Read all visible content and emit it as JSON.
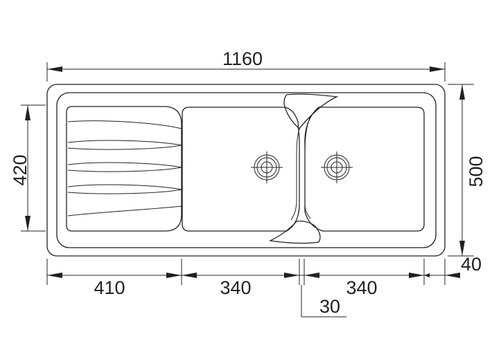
{
  "dimensions": {
    "overall_width": "1160",
    "overall_depth": "500",
    "drainer_depth": "420",
    "drainer_width": "410",
    "bowl_left_width": "340",
    "bowl_right_width": "340",
    "bowl_gap": "30",
    "edge_offset": "40"
  },
  "colors": {
    "line": "#231f20",
    "background": "#ffffff"
  },
  "icons": {
    "waste_outlet": "waste-outlet-icon"
  }
}
